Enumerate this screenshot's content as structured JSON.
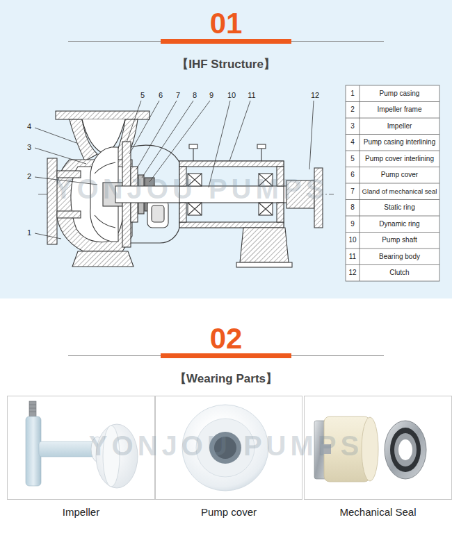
{
  "diagram": {
    "nodes": [
      {
        "text": [
          "Impeller"
        ]
      },
      {
        "text": [
          "Pump cover"
        ]
      },
      {
        "text": [
          "Mechanical Seal"
        ]
      }
    ],
    "labels": [
      "01",
      "【IHF Structure】",
      "5",
      "6",
      "7",
      "8",
      "9",
      "10",
      "11",
      "12",
      "4",
      "3",
      "2",
      "1",
      "1",
      "Pump casing",
      "2",
      "Impeller frame",
      "3",
      "Impeller",
      "4",
      "Pump casing interlining",
      "5",
      "Pump cover interlining",
      "6",
      "Pump cover",
      "7",
      "Gland of mechanical seal",
      "8",
      "Static ring",
      "9",
      "Dynamic ring",
      "10",
      "Pump shaft",
      "11",
      "Bearing body",
      "12",
      "Clutch",
      "YONJOU PUMPS",
      "02",
      "【Wearing Parts】",
      "YONJOU PUMPS"
    ]
  }
}
